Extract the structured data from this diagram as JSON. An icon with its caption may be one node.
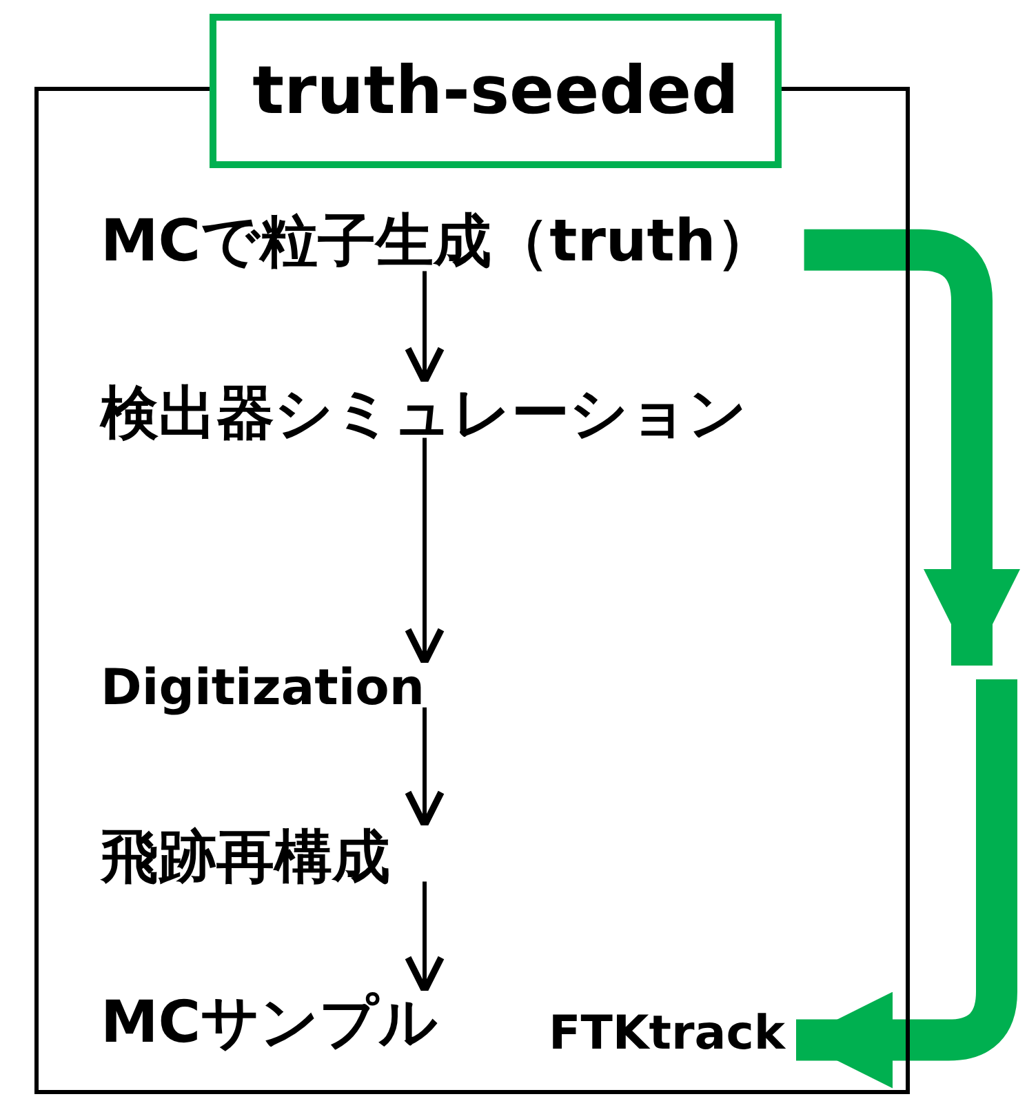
{
  "diagram": {
    "nodes": [
      {
        "text": [
          "truth-seeded"
        ]
      },
      {
        "text": [
          "MCで粒子生成（truth）"
        ],
        "in": 0
      },
      {
        "text": [
          "検出器シミュレーション"
        ],
        "in": 0
      },
      {
        "text": [
          "Digitization"
        ],
        "in": 0
      },
      {
        "text": [
          "飛跡再構成"
        ],
        "in": 0
      },
      {
        "text": [
          "MCサンプル"
        ],
        "in": 0
      },
      {
        "text": [
          "FTKtrack"
        ],
        "in": 0
      }
    ],
    "edges": [
      {
        "from": 1,
        "to": 2,
        "arrow": "to"
      },
      {
        "from": 2,
        "to": 3,
        "arrow": "to"
      },
      {
        "from": 3,
        "to": 4,
        "arrow": "to"
      },
      {
        "from": 4,
        "to": 5,
        "arrow": "to"
      },
      {
        "from": 1,
        "to": null,
        "arrow": "to",
        "style": "thick",
        "color": "#00b050"
      },
      {
        "from": null,
        "to": 6,
        "arrow": "to",
        "style": "thick",
        "color": "#00b050"
      }
    ]
  }
}
